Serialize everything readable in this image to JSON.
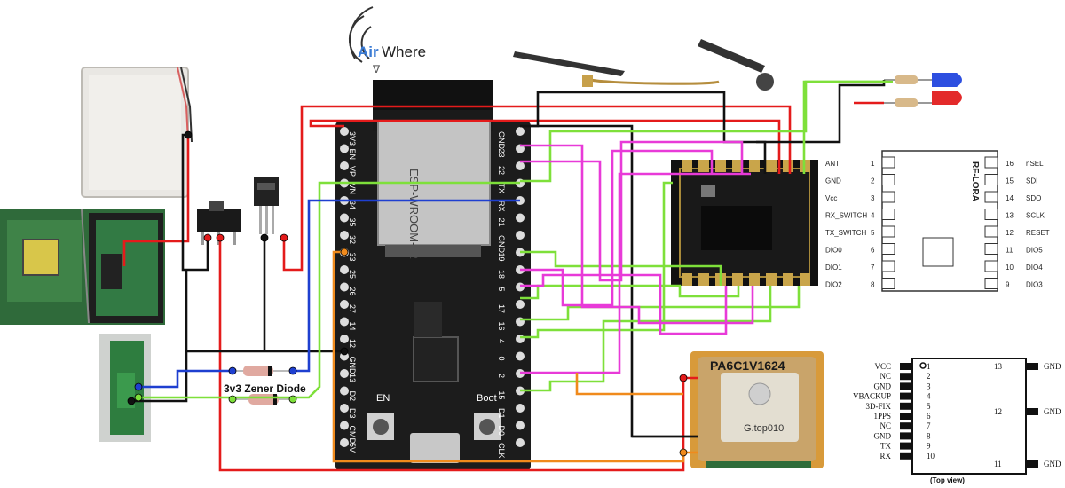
{
  "logo": {
    "brand_a": "Air",
    "brand_b": "Where"
  },
  "esp32": {
    "module_text": "ESP-WROOM-32",
    "left_pins": [
      "3V3",
      "EN",
      "VP",
      "VN",
      "34",
      "35",
      "32",
      "33",
      "25",
      "26",
      "27",
      "14",
      "12",
      "GND",
      "13",
      "D2",
      "D3",
      "CMD",
      "5V"
    ],
    "right_pins": [
      "GND",
      "23",
      "22",
      "TX",
      "RX",
      "21",
      "GND",
      "19",
      "18",
      "5",
      "17",
      "16",
      "4",
      "0",
      "2",
      "15",
      "D1",
      "D0",
      "CLK"
    ],
    "button_boot": "Boot",
    "button_en": "EN"
  },
  "zener_label": "3v3 Zener Diode",
  "lora_module": {
    "title": "RF-LORA",
    "left_pins": [
      {
        "name": "ANT",
        "num": "1"
      },
      {
        "name": "GND",
        "num": "2"
      },
      {
        "name": "Vcc",
        "num": "3"
      },
      {
        "name": "RX_SWITCH",
        "num": "4"
      },
      {
        "name": "TX_SWITCH",
        "num": "5"
      },
      {
        "name": "DIO0",
        "num": "6"
      },
      {
        "name": "DIO1",
        "num": "7"
      },
      {
        "name": "DIO2",
        "num": "8"
      }
    ],
    "right_pins": [
      {
        "name": "nSEL",
        "num": "16"
      },
      {
        "name": "SDI",
        "num": "15"
      },
      {
        "name": "SDO",
        "num": "14"
      },
      {
        "name": "SCLK",
        "num": "13"
      },
      {
        "name": "RESET",
        "num": "12"
      },
      {
        "name": "DIO5",
        "num": "11"
      },
      {
        "name": "DIO4",
        "num": "10"
      },
      {
        "name": "DIO3",
        "num": "9"
      }
    ]
  },
  "gps_module": {
    "title": "PA6C1V1624",
    "sub": "G.top010",
    "pins": [
      {
        "name": "VCC",
        "num": "1"
      },
      {
        "name": "NC",
        "num": "2"
      },
      {
        "name": "GND",
        "num": "3"
      },
      {
        "name": "VBACKUP",
        "num": "4"
      },
      {
        "name": "3D-FIX",
        "num": "5"
      },
      {
        "name": "1PPS",
        "num": "6"
      },
      {
        "name": "NC",
        "num": "7"
      },
      {
        "name": "GND",
        "num": "8"
      },
      {
        "name": "TX",
        "num": "9"
      },
      {
        "name": "RX",
        "num": "10"
      }
    ],
    "right_pins": [
      {
        "name": "GND",
        "num": "13"
      },
      {
        "name": "GND",
        "num": "12"
      },
      {
        "name": "GND",
        "num": "11"
      }
    ],
    "view_label": "(Top view)"
  },
  "colors": {
    "red": "#e41b1b",
    "black": "#111111",
    "green": "#7ee03a",
    "magenta": "#e83ad8",
    "blue": "#1e3fd0",
    "orange": "#f08a1c",
    "board": "#1c1c1c"
  }
}
